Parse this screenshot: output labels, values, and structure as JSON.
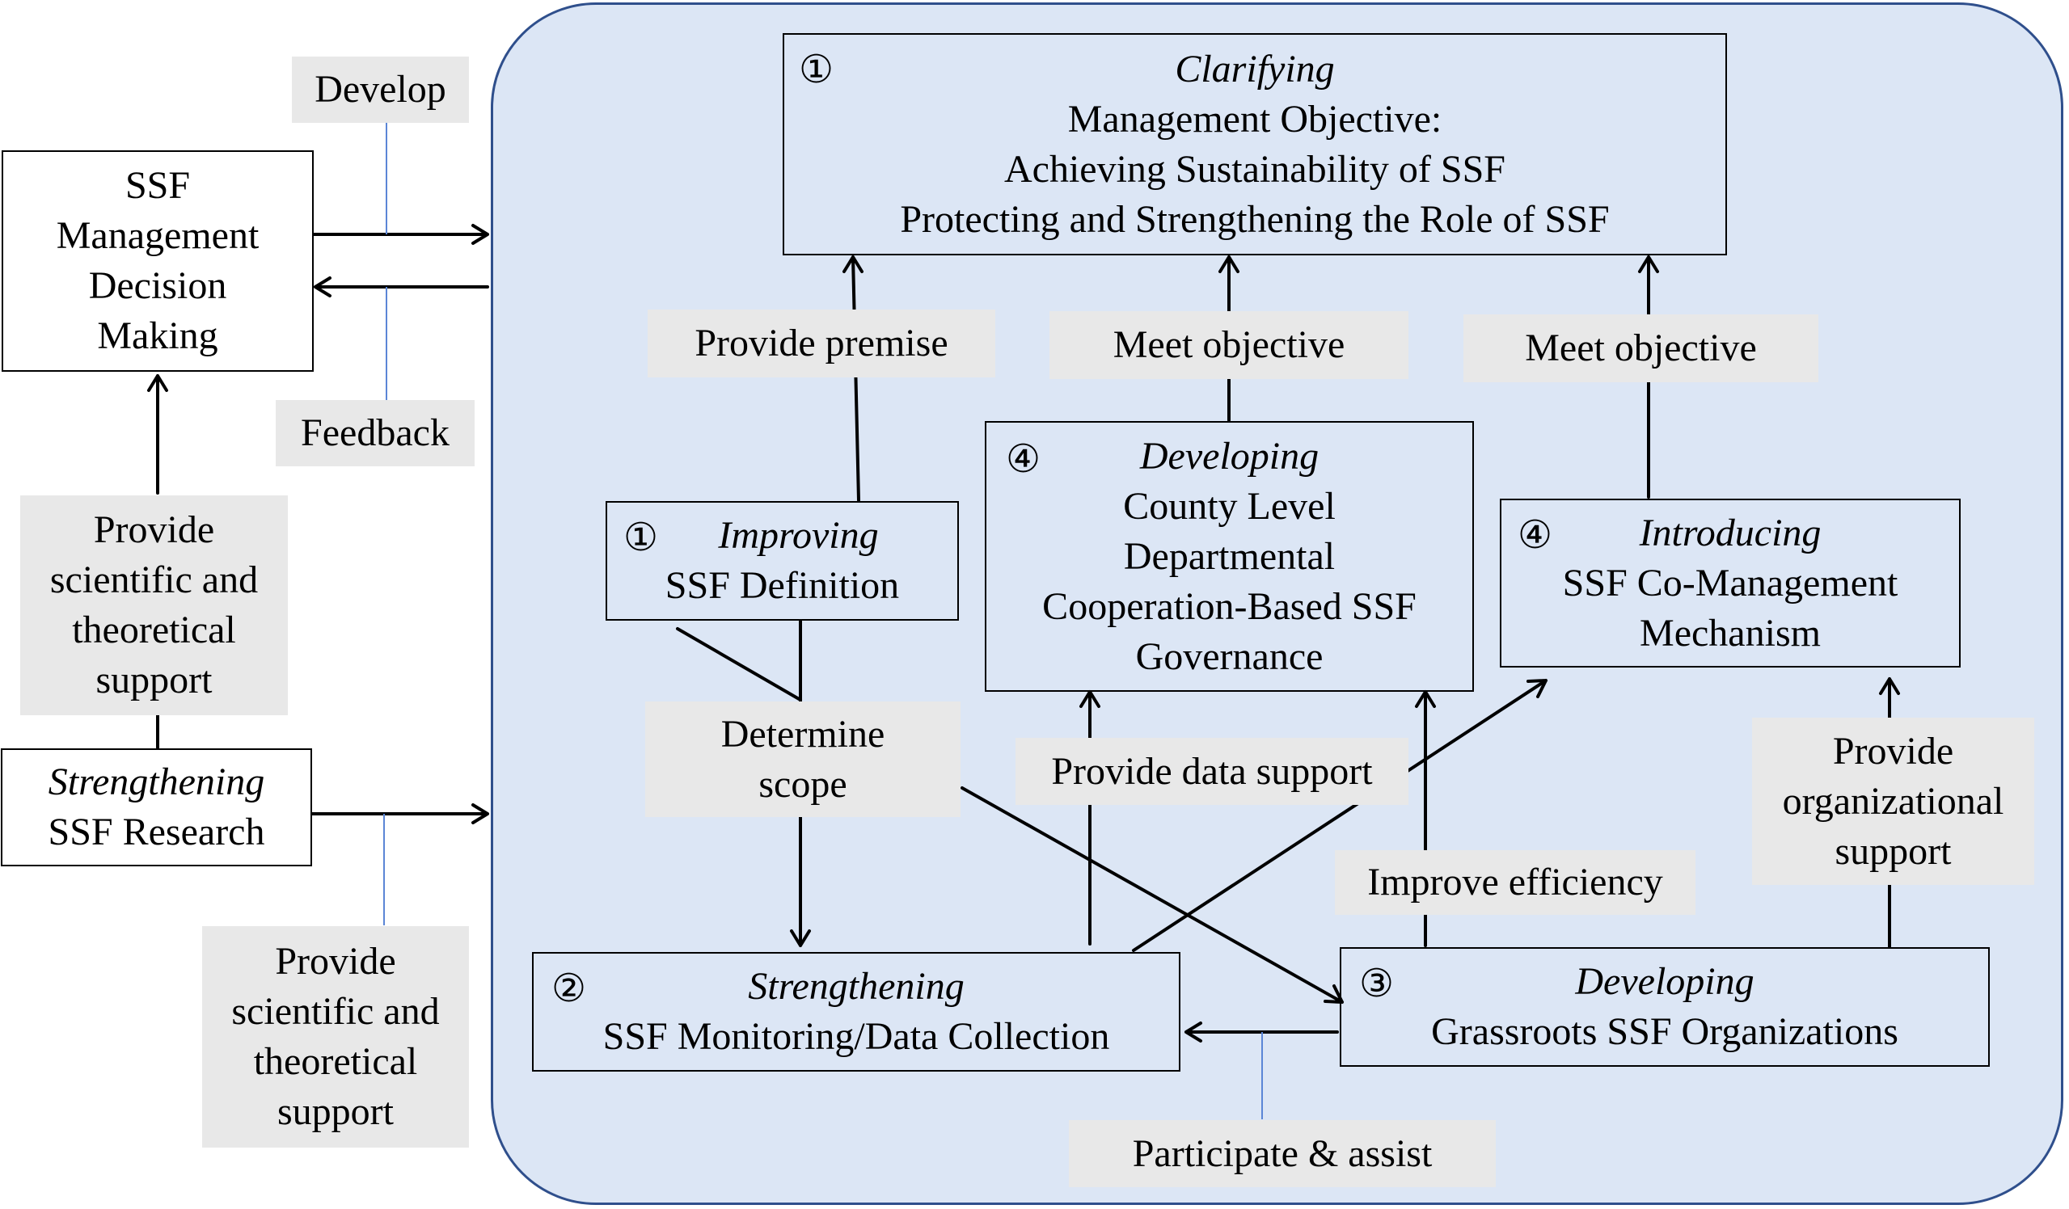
{
  "nodes": {
    "decision": {
      "lines": [
        "SSF",
        "Management",
        "Decision",
        "Making"
      ]
    },
    "research": {
      "italic": "Strengthening",
      "lines": [
        "SSF Research"
      ]
    },
    "objective": {
      "num": "①",
      "italic": "Clarifying",
      "lines": [
        "Management Objective:",
        "Achieving Sustainability of SSF",
        "Protecting and Strengthening the Role of SSF"
      ]
    },
    "definition": {
      "num": "①",
      "italic": "Improving",
      "lines": [
        "SSF Definition"
      ]
    },
    "governance": {
      "num": "④",
      "italic": "Developing",
      "lines": [
        "County Level",
        "Departmental",
        "Cooperation-Based SSF",
        "Governance"
      ]
    },
    "comanagement": {
      "num": "④",
      "italic": "Introducing",
      "lines": [
        "SSF Co-Management",
        "Mechanism"
      ]
    },
    "monitoring": {
      "num": "②",
      "italic": "Strengthening",
      "lines": [
        "SSF Monitoring/Data Collection"
      ]
    },
    "grassroots": {
      "num": "③",
      "italic": "Developing",
      "lines": [
        "Grassroots SSF Organizations"
      ]
    }
  },
  "labels": {
    "develop": [
      "Develop"
    ],
    "feedback": [
      "Feedback"
    ],
    "support_left": [
      "Provide",
      "scientific and",
      "theoretical",
      "support"
    ],
    "support_bottom": [
      "Provide",
      "scientific and",
      "theoretical",
      "support"
    ],
    "premise": [
      "Provide premise"
    ],
    "meet1": [
      "Meet objective"
    ],
    "meet2": [
      "Meet objective"
    ],
    "scope": [
      "Determine",
      "scope"
    ],
    "data_support": [
      "Provide data support"
    ],
    "efficiency": [
      "Improve efficiency"
    ],
    "org_support": [
      "Provide",
      "organizational",
      "support"
    ],
    "participate": [
      "Participate & assist"
    ]
  }
}
